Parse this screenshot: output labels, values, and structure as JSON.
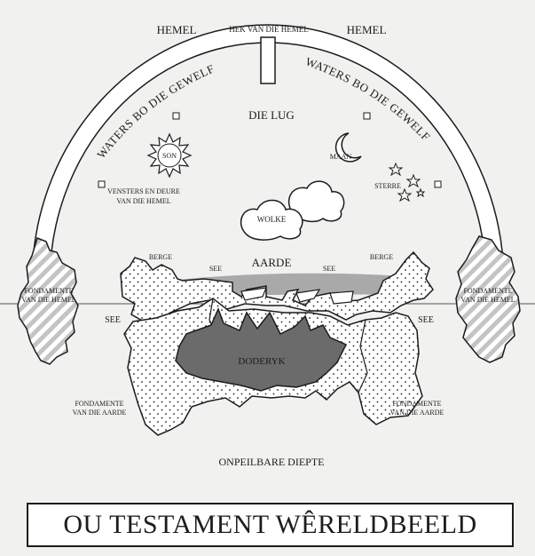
{
  "labels": {
    "heaven_left": "HEMEL",
    "heaven_gate": "HEK VAN DIE HEMEL",
    "heaven_right": "HEMEL",
    "waters_left": "WATERS BO DIE GEWELF",
    "waters_right": "WATERS BO DIE GEWELF",
    "sky": "DIE LUG",
    "sun": "SON",
    "moon": "MAAN",
    "stars": "STERRE",
    "windows_line1": "VENSTERS EN DEURE",
    "windows_line2": "VAN DIE HEMEL",
    "clouds": "WOLKE",
    "mountains_left": "BERGE",
    "mountains_right": "BERGE",
    "earth": "AARDE",
    "sea_upper_left": "SEE",
    "sea_upper_right": "SEE",
    "sea_left": "SEE",
    "sea_right": "SEE",
    "pillar_left_line1": "FONDAMENTE",
    "pillar_left_line2": "VAN DIE HEMEL",
    "pillar_right_line1": "FONDAMENTE",
    "pillar_right_line2": "VAN DIE HEMEL",
    "netherworld": "DODERYK",
    "earth_foundation_left_line1": "FONDAMENTE",
    "earth_foundation_left_line2": "VAN DIE AARDE",
    "earth_foundation_right_line1": "FONDAMENTE",
    "earth_foundation_right_line2": "VAN DIE AARDE",
    "deep": "ONPEILBARE DIEPTE"
  },
  "title": "OU TESTAMENT WÊRELDBEELD",
  "colors": {
    "background": "#f1f1ef",
    "ink": "#1c1c1c",
    "sea_band": "#a9a9a9",
    "netherworld_fill": "#6b6b6b",
    "pillar_hatch": "#c4c4c4"
  }
}
